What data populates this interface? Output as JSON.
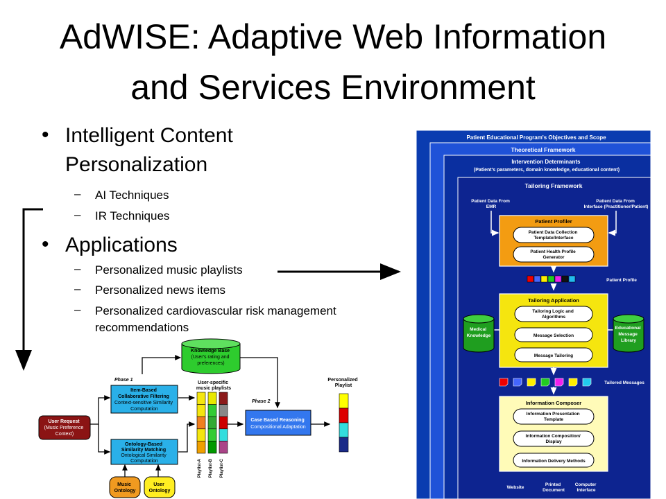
{
  "title": {
    "line1": "AdWISE: Adaptive Web Information",
    "line2": "and Services Environment"
  },
  "bullets": [
    {
      "text_line1": "Intelligent Content",
      "text_line2": "Personalization",
      "subs": [
        "AI Techniques",
        "IR Techniques"
      ]
    },
    {
      "text_line1": "Applications",
      "subs": [
        "Personalized music playlists",
        "Personalized news items",
        "Personalized cardiovascular risk management",
        "recommendations"
      ]
    }
  ],
  "music_diagram": {
    "user_request": [
      "User Request",
      "(Music Preference",
      "Context)"
    ],
    "phase1": "Phase 1",
    "phase2": "Phase 2",
    "knowledge_base": [
      "Knowledge Base",
      "(User's rating and",
      "preferences)"
    ],
    "item_cf": [
      "Item-Based",
      "Collaborative Filtering",
      "Context-sensitive Similarity",
      "Computation"
    ],
    "ontology_match": [
      "Ontology-Based",
      "Similarity Matching",
      "Ontological Similarity",
      "Computation"
    ],
    "music_ontology": [
      "Music",
      "Ontology"
    ],
    "user_ontology": [
      "User",
      "Ontology"
    ],
    "user_playlists_label": [
      "User-specific",
      "music playlists"
    ],
    "cbr": [
      "Case Based Reasoning",
      "Compositional Adaptation"
    ],
    "personalized_playlist_label": [
      "Personalized",
      "Playlist"
    ],
    "playlist_names": [
      "Playlist-A",
      "Playlist-B",
      "Playlist-C"
    ],
    "playlist_colors": [
      [
        "#f5e60f",
        "#f5e60f",
        "#f08020",
        "#f5e60f",
        "#f0a000"
      ],
      [
        "#e8e800",
        "#33cc33",
        "#33aa33",
        "#33cc33",
        "#009900"
      ],
      [
        "#8b1a1a",
        "#888888",
        "#cc0000",
        "#33dddd",
        "#aa4488"
      ],
      [
        "#ffff00",
        "#dd0000",
        "#33dddd",
        "#1a2a88"
      ]
    ]
  },
  "health_diagram": {
    "layer1": "Patient Educational Program's Objectives and Scope",
    "layer2": "Theoretical Framework",
    "layer3_line1": "Intervention Determinants",
    "layer3_line2": "(Patient's parameters, domain knowledge, educational content)",
    "layer4": "Tailoring Framework",
    "emr_label": [
      "Patient Data From",
      "EMR"
    ],
    "interface_label": [
      "Patient Data From",
      "Interface (Practitioner/Patient)"
    ],
    "profiler_title": "Patient Profiler",
    "profiler_items": [
      [
        "Patient Data Collection",
        "Template/Interface"
      ],
      [
        "Patient Health Profile",
        "Generator"
      ]
    ],
    "patient_profile_label": "Patient Profile",
    "profile_colors": [
      "#ee0000",
      "#4466ff",
      "#ffee00",
      "#22cc22",
      "#ee22ee",
      "#111111",
      "#22bbee"
    ],
    "tailoring_title": "Tailoring Application",
    "tailoring_items": [
      [
        "Tailoring Logic and",
        "Algorithms"
      ],
      [
        "Message Selection"
      ],
      [
        "Message Tailoring"
      ]
    ],
    "medical_knowledge": [
      "Medical",
      "Knowledge"
    ],
    "educational_library": [
      "Educational",
      "Message",
      "Library"
    ],
    "tailored_messages_label": "Tailored Messages",
    "message_colors": [
      "#ee0000",
      "#4466ff",
      "#ffee00",
      "#22cc22",
      "#ee22ee",
      "#ffee00",
      "#22ccee"
    ],
    "composer_title": "Information Composer",
    "composer_items": [
      [
        "Information Presentation",
        "Template"
      ],
      [
        "Information Composition/",
        "Display"
      ],
      [
        "Information Delivery Methods"
      ]
    ],
    "outputs": [
      [
        "Website"
      ],
      [
        "Printed",
        "Document"
      ],
      [
        "Computer",
        "Interface"
      ]
    ]
  }
}
